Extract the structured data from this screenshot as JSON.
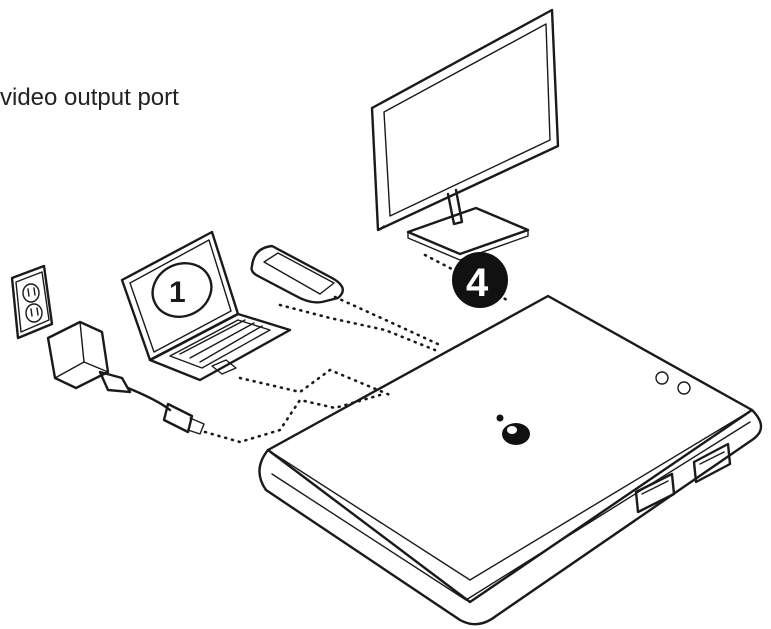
{
  "caption": "video output port",
  "step_markers": {
    "laptop": "1",
    "monitor": "4"
  },
  "colors": {
    "ink": "#1a1a1a",
    "background": "#ffffff",
    "marker_fill": "#111111",
    "marker_text": "#ffffff"
  },
  "icons": {
    "outlet": "wall-outlet-icon",
    "adapter": "power-adapter-icon",
    "laptop": "laptop-icon",
    "phone": "smartphone-icon",
    "monitor": "monitor-icon",
    "dock": "docking-station-icon",
    "logo": "iogear-logo-icon"
  }
}
